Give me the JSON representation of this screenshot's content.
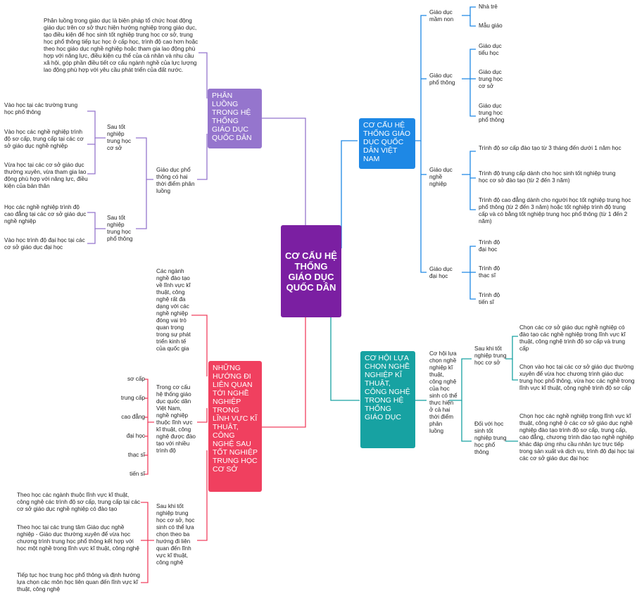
{
  "center": "CƠ CẤU HỆ THỐNG GIÁO DỤC QUỐC DÂN",
  "colors": {
    "center": "#7b1fa2",
    "purple": "#9575cd",
    "blue": "#1e88e5",
    "teal": "#17a2a2",
    "red": "#f0405f"
  },
  "phan_luong": {
    "title": "PHÂN LUỒNG TRONG HỆ THỐNG GIÁO DỤC QUỐC DÂN",
    "definition": "Phân luồng trong giáo dục là biện pháp tổ chức hoạt động giáo dục trên cơ sở thực hiện hướng nghiệp trong giáo dục, tạo điều kiện để học sinh tốt nghiệp trung học cơ sở, trung học phổ thông tiếp tục học ở cấp học, trình độ cao hơn hoặc theo học giáo dục nghề nghiệp hoặc tham gia lao động phù hợp với năng lực, điều kiện cụ thể của cá nhân và nhu cầu xã hội, góp phần điều tiết cơ cấu ngành nghề của lực lượng lao động phù hợp với yêu cầu phát triển của đất nước.",
    "two_points": "Giáo dục phổ thông có hai thời điểm phân luồng",
    "after_thcs": "Sau tốt nghiệp trung học cơ sở",
    "after_thcs_items": [
      "Vào học tại các trường trung học phổ thông",
      "Vào học các nghề nghiệp trình độ sơ cấp, trung cấp tại các cơ sở giáo dục nghề nghiệp",
      "Vừa học tại các cơ sở giáo dục thường xuyên, vừa tham gia lao động phù hợp với năng lực, điều kiện của bản thân"
    ],
    "after_thpt": "Sau tốt nghiệp trung học phổ thông",
    "after_thpt_items": [
      "Học các nghề nghiệp trình độ cao đẳng tại các cơ sở giáo dục nghề nghiệp",
      "Vào học trình độ đại học tại các cơ sở giáo dục đại học"
    ]
  },
  "co_cau": {
    "title": "CƠ CẤU HỆ THỐNG GIÁO DỤC QUỐC DÂN VIỆT NAM",
    "mam_non": "Giáo dục mầm non",
    "mam_non_items": [
      "Nhà trẻ",
      "Mẫu giáo"
    ],
    "pho_thong": "Giáo dục phổ thông",
    "pho_thong_items": [
      "Giáo dục tiểu học",
      "Giáo dục trung học cơ sở",
      "Giáo dục trung học phổ thông"
    ],
    "nghe_nghiep": "Giáo dục nghề nghiệp",
    "nghe_nghiep_items": [
      "Trình độ sơ cấp đào tạo từ 3 tháng đến dưới 1 năm học",
      "Trình độ trung cấp dành cho học sinh tốt nghiệp trung học cơ sở đào tạo (từ 2 đến 3 năm)",
      "Trình độ cao đẳng dành cho người học tốt nghiệp trung học phổ thông (từ 2 đến 3 năm) hoặc tốt nghiệp trình độ trung cấp và có bằng tốt nghiệp trung học phổ thông (từ 1 đến 2 năm)"
    ],
    "dai_hoc": "Giáo dục đại học",
    "dai_hoc_items": [
      "Trình độ đại học",
      "Trình độ thạc sĩ",
      "Trình độ tiến sĩ"
    ]
  },
  "co_hoi": {
    "title": "CƠ HỘI LỰA CHỌN NGHỀ NGHIỆP KĨ THUẬT, CÔNG NGHỆ TRONG HỆ THỐNG GIÁO DỤC",
    "intro": "Cơ hội lựa chọn nghề nghiệp kĩ thuật, công nghệ của học sinh có thể thực hiện ở cả hai thời điểm phân luồng",
    "after_thcs": "Sau khi tốt nghiệp trung học cơ sở",
    "after_thcs_items": [
      "Chọn các cơ sở giáo dục nghề nghiệp có đào tạo các nghề nghiệp trong lĩnh vực kĩ thuật, công nghệ trình độ sơ cấp và trung cấp",
      "Chọn vào học tại các cơ sở giáo dục thường xuyên để vừa học chương trình giáo dục trung học phổ thông, vừa học các nghề trong lĩnh vực kĩ thuật, công nghệ trình độ sơ cấp"
    ],
    "after_thpt": "Đối với học sinh tốt nghiệp trung học phổ thông",
    "after_thpt_item": "Chọn học các nghề nghiệp trong lĩnh vực kĩ thuật, công nghệ ở các cơ sở giáo dục nghề nghiệp đào tạo trình độ sơ cấp, trung cấp, cao đẳng, chương trình đào tạo nghề nghiệp khác đáp ứng nhu cầu nhân lực trực tiếp trong sản xuất và dịch vụ, trình độ đại học tại các cơ sở giáo dục đại học"
  },
  "huong_di": {
    "title": "NHỮNG HƯỚNG ĐI LIÊN QUAN TỚI NGHỀ NGHIỆP TRONG LĨNH VỰC KĨ THUẬT, CÔNG NGHỆ SAU TỐT NGHIỆP TRUNG HỌC CƠ SỞ",
    "nganh_nghe": "Các ngành nghề đào tạo về lĩnh vực kĩ thuật, công nghệ rất đa dạng với các nghề nghiệp đóng vai trò quan trọng trong sự phát triển kinh tế của quốc gia",
    "trong_co_cau": "Trong cơ cấu hệ thống giáo dục quốc dân Việt Nam, nghề nghiệp thuộc lĩnh vực kĩ thuật, công nghệ được đào tạo với nhiều trình độ",
    "levels": [
      "sơ cấp",
      "trung cấp",
      "cao đẳng",
      "đại học",
      "thạc sĩ",
      "tiến sĩ"
    ],
    "sau_tot_nghiep": "Sau khi tốt nghiệp trung học cơ sở, học sinh có thể lựa chọn theo ba hướng đi liên quan đến lĩnh vực kĩ thuật, công nghệ",
    "three_ways": [
      "Theo học các ngành thuộc lĩnh vực kĩ thuật, công nghệ các trình độ sơ cấp, trung cấp tại các cơ sở giáo dục nghề nghiệp có đào tạo",
      "Theo học tại các trung tâm Giáo dục nghề nghiệp - Giáo dục thường xuyên để vừa học chương trình trung học phổ thông kết hợp với học một nghề trong lĩnh vực kĩ thuật, công nghệ",
      "Tiếp tục học trung học phổ thông và định hướng lựa chọn các môn học liên quan đến lĩnh vực kĩ thuật, công nghệ"
    ]
  }
}
